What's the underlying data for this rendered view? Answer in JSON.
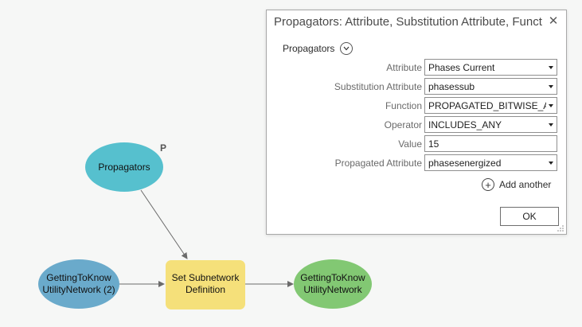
{
  "model": {
    "nodes": {
      "propagators": {
        "line1": "Propagators",
        "line2": "",
        "badge": "P",
        "color": "#56c0ce"
      },
      "input_network": {
        "line1": "GettingToKnow",
        "line2": "UtilityNetwork (2)",
        "color": "#6aaacb"
      },
      "tool": {
        "line1": "Set Subnetwork",
        "line2": "Definition",
        "color": "#f5e07a"
      },
      "output_network": {
        "line1": "GettingToKnow",
        "line2": "UtilityNetwork",
        "color": "#82c873"
      }
    },
    "connector_color": "#6b6b6b"
  },
  "dialog": {
    "title": "Propagators: Attribute, Substitution Attribute, Funct",
    "close_glyph": "✕",
    "group_label": "Propagators",
    "rows": [
      {
        "label": "Attribute",
        "value": "Phases Current",
        "type": "dropdown"
      },
      {
        "label": "Substitution Attribute",
        "value": "phasessub",
        "type": "dropdown"
      },
      {
        "label": "Function",
        "value": "PROPAGATED_BITWISE_AND",
        "type": "dropdown"
      },
      {
        "label": "Operator",
        "value": "INCLUDES_ANY",
        "type": "dropdown"
      },
      {
        "label": "Value",
        "value": "15",
        "type": "text"
      },
      {
        "label": "Propagated Attribute",
        "value": "phasesenergized",
        "type": "dropdown"
      }
    ],
    "add_another_label": "Add another",
    "ok_label": "OK"
  }
}
